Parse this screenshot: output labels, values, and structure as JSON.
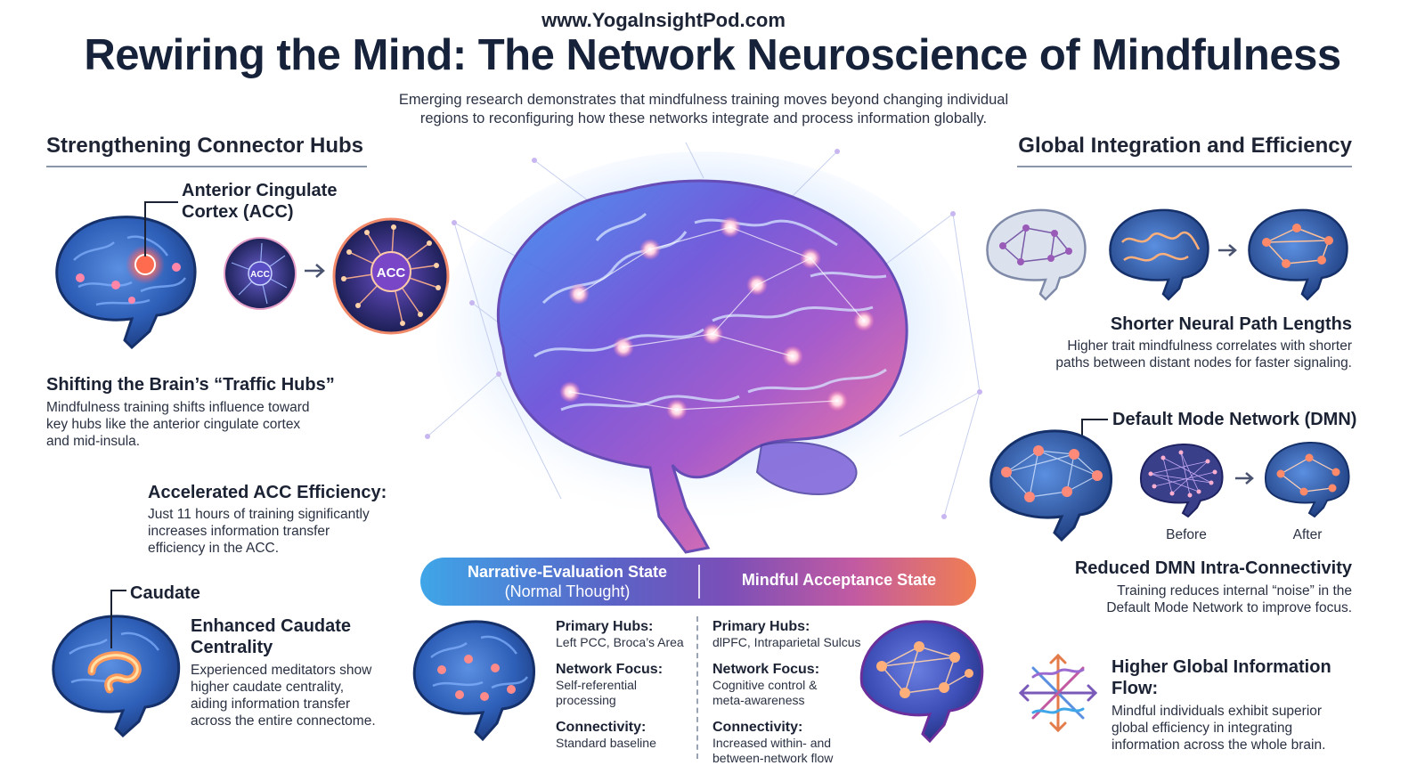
{
  "header": {
    "url": "www.YogaInsightPod.com",
    "title": "Rewiring the Mind: The Network Neuroscience of Mindfulness",
    "intro_line1": "Emerging research demonstrates that mindfulness training moves beyond changing individual",
    "intro_line2": "regions to reconfiguring how these networks integrate and process information globally."
  },
  "left": {
    "heading": "Strengthening Connector Hubs",
    "acc_label_line1": "Anterior Cingulate",
    "acc_label_line2": "Cortex (ACC)",
    "acc_small": "ACC",
    "acc_big": "ACC",
    "traffic_title": "Shifting the Brain’s “Traffic Hubs”",
    "traffic_line1": "Mindfulness training shifts influence toward",
    "traffic_line2": "key hubs like the anterior cingulate cortex",
    "traffic_line3": "and mid-insula.",
    "acc_eff_title": "Accelerated ACC Efficiency:",
    "acc_eff_line1": "Just 11 hours of training significantly",
    "acc_eff_line2": "increases information transfer",
    "acc_eff_line3": "efficiency in the ACC.",
    "caudate_label": "Caudate",
    "caudate_title_line1": "Enhanced Caudate",
    "caudate_title_line2": "Centrality",
    "caudate_line1": "Experienced meditators show",
    "caudate_line2": "higher caudate centrality,",
    "caudate_line3": "aiding information transfer",
    "caudate_line4": "across the entire connectome."
  },
  "right": {
    "heading": "Global Integration and Efficiency",
    "path_title": "Shorter Neural Path Lengths",
    "path_line1": "Higher trait mindfulness correlates with shorter",
    "path_line2": "paths between distant nodes for faster signaling.",
    "dmn_label": "Default Mode Network (DMN)",
    "before": "Before",
    "after": "After",
    "dmn_title": "Reduced DMN Intra-Connectivity",
    "dmn_line1": "Training reduces internal “noise” in the",
    "dmn_line2": "Default Mode Network to improve focus.",
    "flow_title": "Higher Global Information Flow:",
    "flow_line1": "Mindful individuals exhibit superior",
    "flow_line2": "global efficiency in integrating",
    "flow_line3": "information across the whole brain."
  },
  "states": {
    "narrative_line1": "Narrative-Evaluation State",
    "narrative_line2": "(Normal Thought)",
    "mindful": "Mindful Acceptance State",
    "normal": {
      "hubs_label": "Primary Hubs:",
      "hubs_value": "Left PCC, Broca’s Area",
      "focus_label": "Network Focus:",
      "focus_line1": "Self-referential",
      "focus_line2": "processing",
      "conn_label": "Connectivity:",
      "conn_value": "Standard baseline"
    },
    "mindful_col": {
      "hubs_label": "Primary Hubs:",
      "hubs_value": "dlPFC, Intraparietal Sulcus",
      "focus_label": "Network Focus:",
      "focus_line1": "Cognitive control &",
      "focus_line2": "meta-awareness",
      "conn_label": "Connectivity:",
      "conn_line1": "Increased within- and",
      "conn_line2": "between-network flow"
    }
  },
  "icons": {
    "brain": "brain-icon",
    "network": "network-icon",
    "arrow": "arrow-right-icon",
    "flow": "global-flow-icon"
  },
  "colors": {
    "title": "#16213a",
    "brain_dark": "#1f3f85",
    "brain_mid": "#3f74c9",
    "node_glow": "#ff8a5c",
    "banner_start": "#3fa6e8",
    "banner_end": "#f07e52"
  }
}
